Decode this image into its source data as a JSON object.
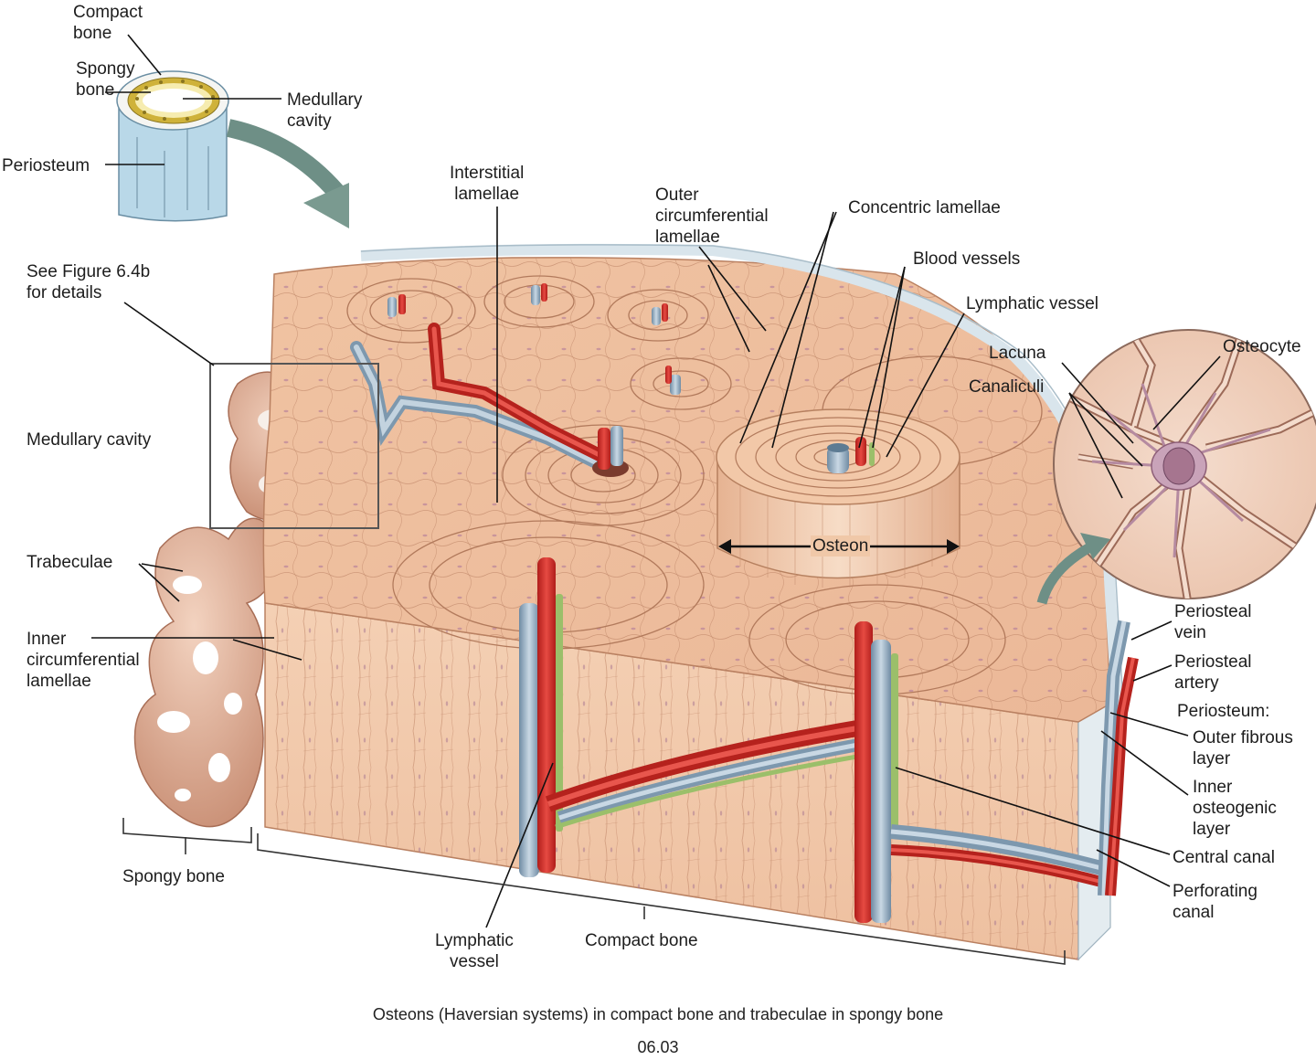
{
  "labels": {
    "compact_bone_top": [
      "Compact",
      "bone"
    ],
    "spongy_bone_top": [
      "Spongy",
      "bone"
    ],
    "medullary_cavity_top": [
      "Medullary",
      "cavity"
    ],
    "periosteum_top": [
      "Periosteum"
    ],
    "interstitial_lamellae": [
      "Interstitial",
      "lamellae"
    ],
    "outer_circumferential_lamellae": [
      "Outer",
      "circumferential",
      "lamellae"
    ],
    "concentric_lamellae": [
      "Concentric lamellae"
    ],
    "blood_vessels": [
      "Blood vessels"
    ],
    "lymphatic_vessel_top": [
      "Lymphatic vessel"
    ],
    "see_figure": [
      "See Figure 6.4b",
      "for details"
    ],
    "medullary_cavity": [
      "Medullary cavity"
    ],
    "lacuna": [
      "Lacuna"
    ],
    "osteocyte": [
      "Osteocyte"
    ],
    "canaliculi": [
      "Canaliculi"
    ],
    "trabeculae": [
      "Trabeculae"
    ],
    "osteon": [
      "Osteon"
    ],
    "inner_circumferential_lamellae": [
      "Inner",
      "circumferential",
      "lamellae"
    ],
    "periosteal_vein": [
      "Periosteal",
      "vein"
    ],
    "periosteal_artery": [
      "Periosteal",
      "artery"
    ],
    "periosteum_heading": [
      "Periosteum:"
    ],
    "outer_fibrous_layer": [
      "Outer fibrous",
      "layer"
    ],
    "inner_osteogenic_layer": [
      "Inner",
      "osteogenic",
      "layer"
    ],
    "central_canal": [
      "Central canal"
    ],
    "perforating_canal": [
      "Perforating",
      "canal"
    ],
    "spongy_bone_bottom": [
      "Spongy bone"
    ],
    "lymphatic_vessel_bottom": [
      "Lymphatic",
      "vessel"
    ],
    "compact_bone_bottom": [
      "Compact bone"
    ]
  },
  "caption": "Osteons (Haversian systems) in compact bone and trabeculae in spongy bone",
  "figure_number": "06.03",
  "colors": {
    "bone": "#f2c6a4",
    "bone_shadow": "#d9a383",
    "lamella_line": "#b97f63",
    "artery": "#d62f2a",
    "vein": "#8fa8bd",
    "lymph": "#9bbf6a",
    "periosteum": "#dfe8ee",
    "spongy": "#e6b9a0",
    "cell": "#c48aa4",
    "yellow_marrow": "#d8c23a",
    "diaphysis_blue": "#b6d6e6"
  }
}
